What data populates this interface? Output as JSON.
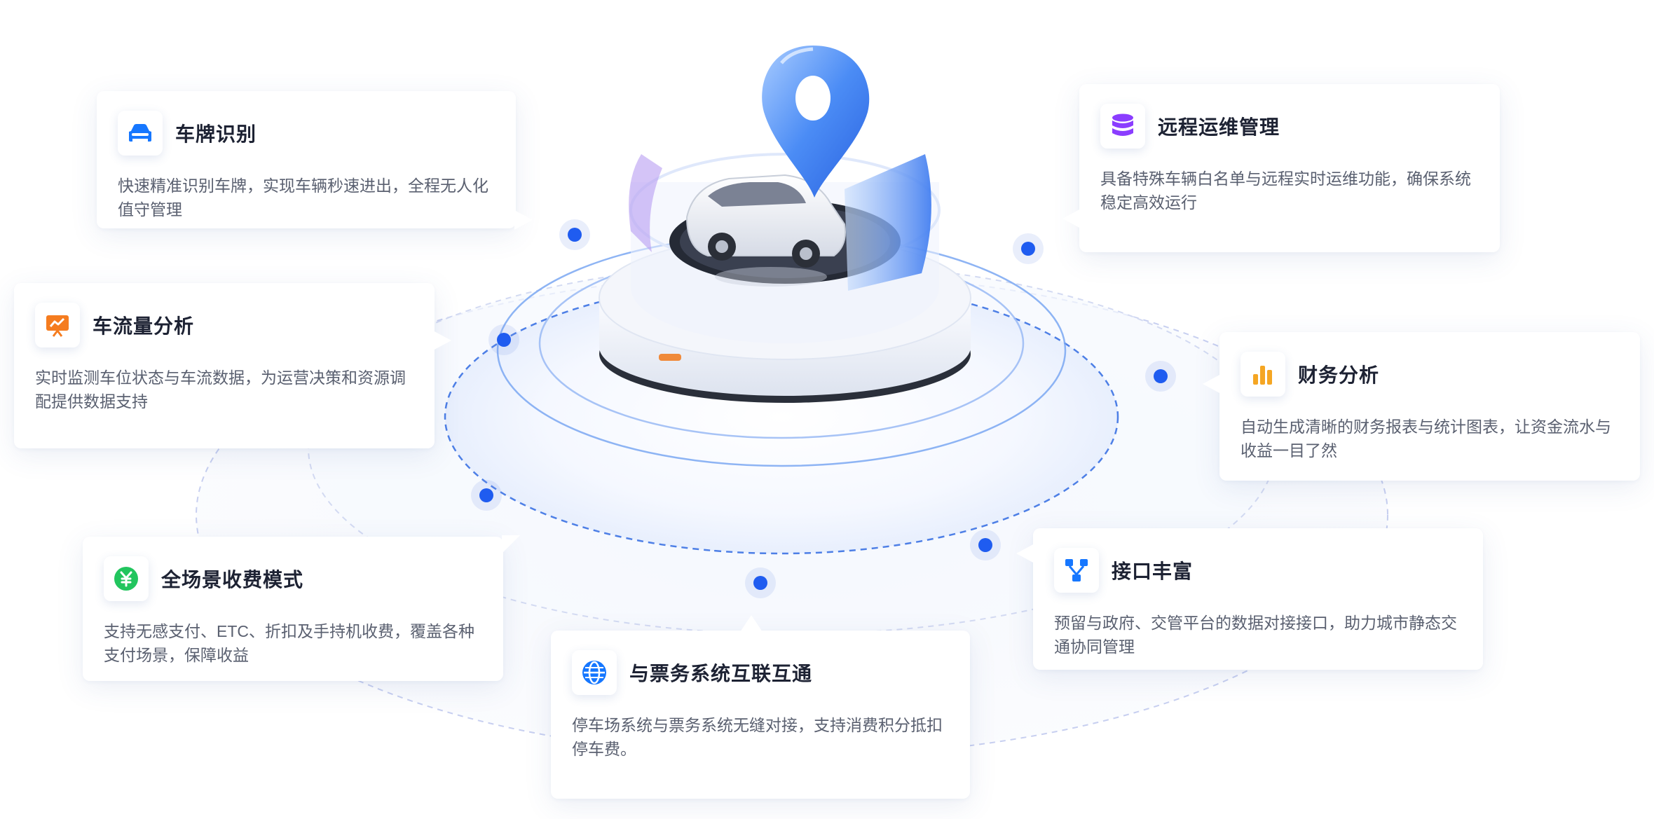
{
  "colors": {
    "accent": "#1f5cf0",
    "title": "#1d2233",
    "text": "#5a6070"
  },
  "center_graphic": {
    "icon": "car-on-platform-with-location-pin"
  },
  "features": [
    {
      "id": "plate",
      "icon": "car-front-icon",
      "icon_color": "#1677ff",
      "title": "车牌识别",
      "desc": "快速精准识别车牌，实现车辆秒速进出，全程无人化值守管理"
    },
    {
      "id": "flow",
      "icon": "trend-chart-icon",
      "icon_color": "#f57c1f",
      "title": "车流量分析",
      "desc": "实时监测车位状态与车流数据，为运营决策和资源调配提供数据支持"
    },
    {
      "id": "charge",
      "icon": "yuan-coin-icon",
      "icon_color": "#22c55e",
      "title": "全场景收费模式",
      "desc": "支持无感支付、ETC、折扣及手持机收费，覆盖各种支付场景，保障收益"
    },
    {
      "id": "ticket",
      "icon": "globe-icon",
      "icon_color": "#1677ff",
      "title": "与票务系统互联互通",
      "desc": "停车场系统与票务系统无缝对接，支持消费积分抵扣停车费。"
    },
    {
      "id": "api",
      "icon": "connector-icon",
      "icon_color": "#1677ff",
      "title": "接口丰富",
      "desc": "预留与政府、交管平台的数据对接接口，助力城市静态交通协同管理"
    },
    {
      "id": "finance",
      "icon": "bar-chart-icon",
      "icon_color": "#f5a623",
      "title": "财务分析",
      "desc": "自动生成清晰的财务报表与统计图表，让资金流水与收益一目了然"
    },
    {
      "id": "ops",
      "icon": "database-icon",
      "icon_color": "#8b3dff",
      "title": "远程运维管理",
      "desc": "具备特殊车辆白名单与远程实时运维功能，确保系统稳定高效运行"
    }
  ]
}
